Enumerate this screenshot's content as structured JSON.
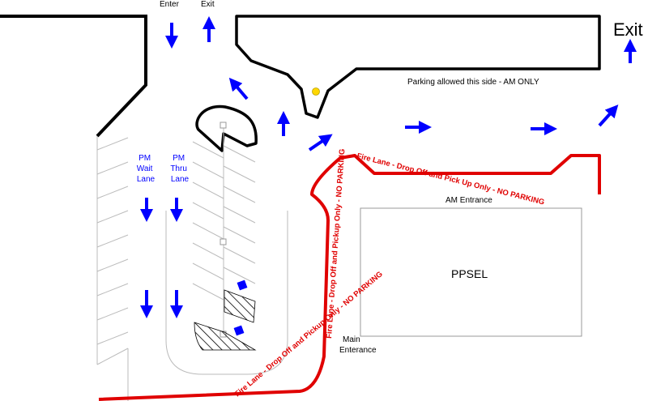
{
  "labels": {
    "enter": "Enter",
    "exit_top": "Exit",
    "exit_big": "Exit",
    "parking_note": "Parking allowed this side - AM ONLY",
    "pm_wait_lane": [
      "PM",
      "Wait",
      "Lane"
    ],
    "pm_thru_lane": [
      "PM",
      "Thru",
      "Lane"
    ],
    "am_entrance": "AM Entrance",
    "building": "PPSEL",
    "main_entrance": [
      "Main",
      "Enterance"
    ],
    "fire_lane_top": "Fire Lane - Drop Off and Pick Up Only - NO PARKING",
    "fire_lane_vertical": "Fire Lane - Drop Off and Pickup Only - NO PARKING",
    "fire_lane_bottom": "Fire Lane - Drop Off and Pickup Only - NO PARKING"
  },
  "colors": {
    "arrow": "#0000ff",
    "fire_lane": "#e00000",
    "curb": "#000000",
    "marker": "#ffd700",
    "light_line": "#bbbbbb"
  },
  "icons": {
    "arrow": "direction-arrow-icon",
    "marker": "yellow-dot-icon"
  }
}
